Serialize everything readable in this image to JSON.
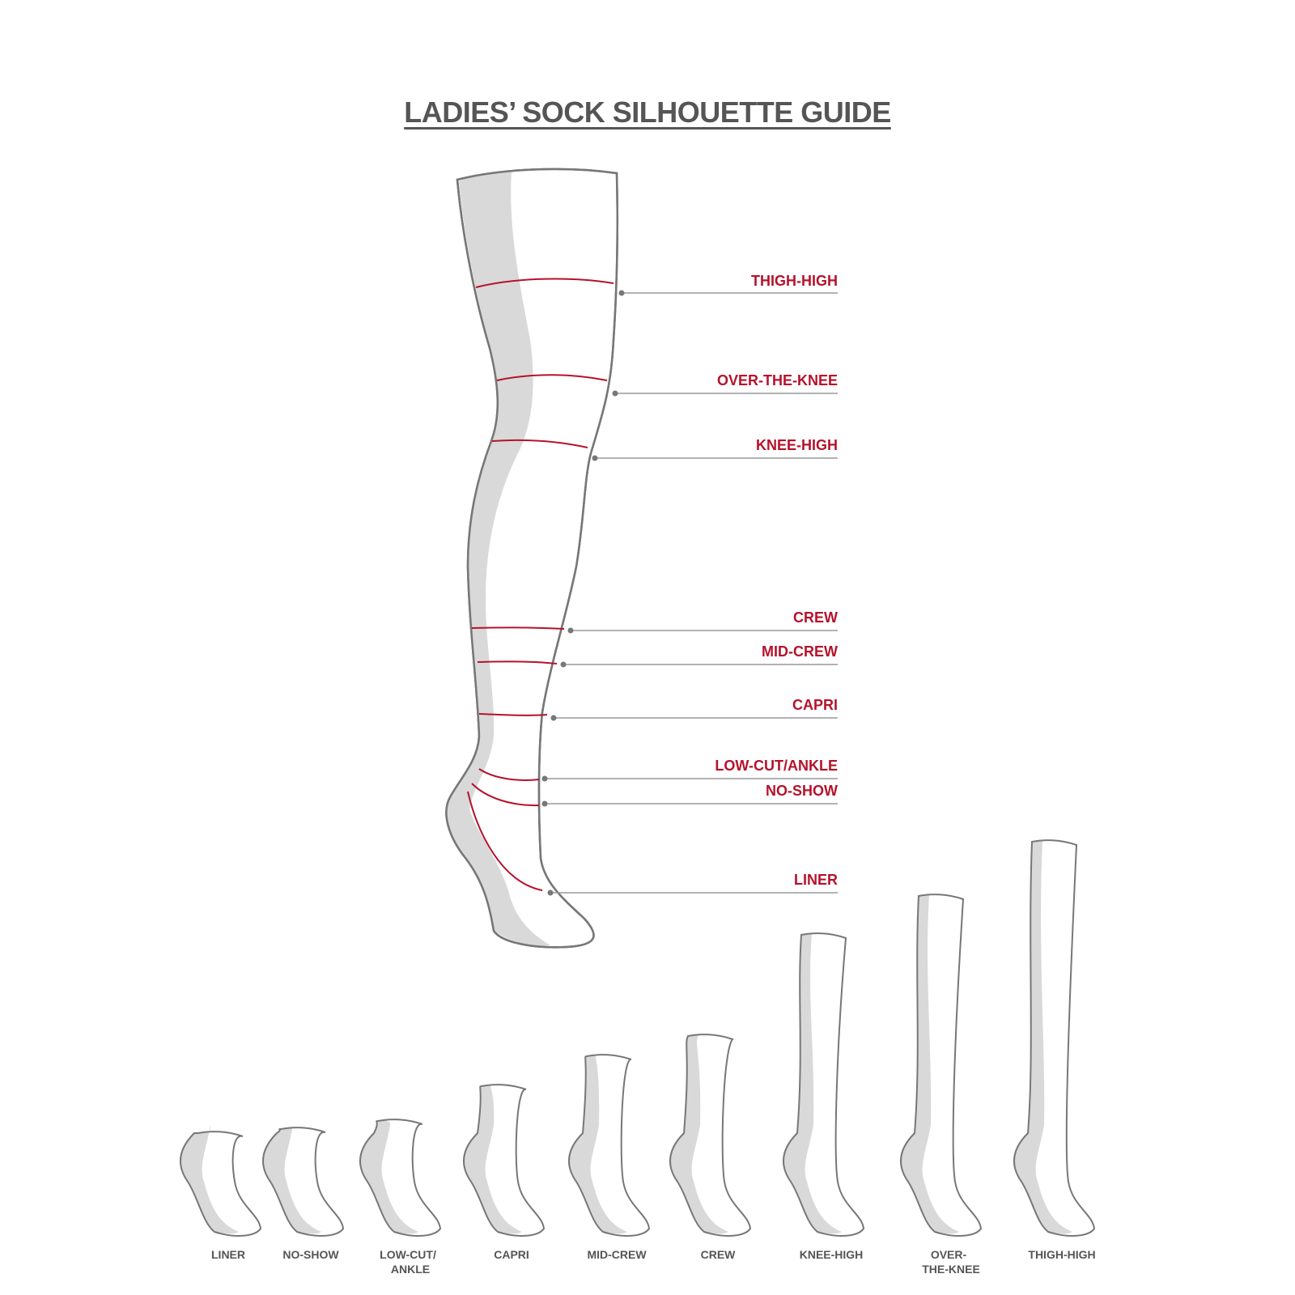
{
  "title": "LADIES’ SOCK SILHOUETTE GUIDE",
  "colors": {
    "accent": "#b5122b",
    "outline": "#777777",
    "shade": "#d9d9d9",
    "text": "#555555"
  },
  "callouts": [
    {
      "label": "THIGH-HIGH"
    },
    {
      "label": "OVER-THE-KNEE"
    },
    {
      "label": "KNEE-HIGH"
    },
    {
      "label": "CREW"
    },
    {
      "label": "MID-CREW"
    },
    {
      "label": "CAPRI"
    },
    {
      "label": "LOW-CUT/ANKLE"
    },
    {
      "label": "NO-SHOW"
    },
    {
      "label": "LINER"
    }
  ],
  "socks": [
    {
      "line1": "LINER",
      "line2": ""
    },
    {
      "line1": "NO-SHOW",
      "line2": ""
    },
    {
      "line1": "LOW-CUT/",
      "line2": "ANKLE"
    },
    {
      "line1": "CAPRI",
      "line2": ""
    },
    {
      "line1": "MID-CREW",
      "line2": ""
    },
    {
      "line1": "CREW",
      "line2": ""
    },
    {
      "line1": "KNEE-HIGH",
      "line2": ""
    },
    {
      "line1": "OVER-",
      "line2": "THE-KNEE"
    },
    {
      "line1": "THIGH-HIGH",
      "line2": ""
    }
  ]
}
